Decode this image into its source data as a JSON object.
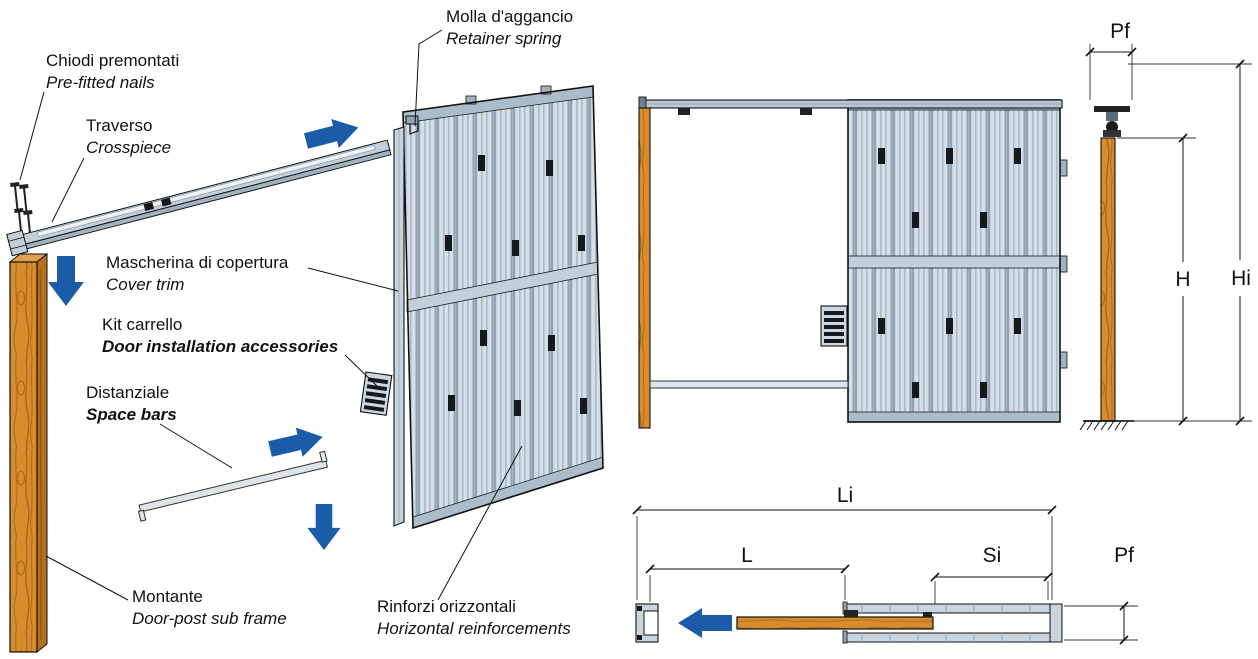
{
  "labels": {
    "chiodi": {
      "it": "Chiodi premontati",
      "en": "Pre-fitted nails"
    },
    "traverso": {
      "it": "Traverso",
      "en": "Crosspiece"
    },
    "molla": {
      "it": "Molla d'aggancio",
      "en": "Retainer spring"
    },
    "mascherina": {
      "it": "Mascherina di copertura",
      "en": "Cover trim"
    },
    "kit": {
      "it": "Kit carrello",
      "en": "Door installation accessories"
    },
    "distanziale": {
      "it": "Distanziale",
      "en": "Space bars"
    },
    "montante": {
      "it": "Montante",
      "en": "Door-post sub frame"
    },
    "rinforzi": {
      "it": "Rinforzi orizzontali",
      "en": "Horizontal reinforcements"
    }
  },
  "dimensions": {
    "pf_top": "Pf",
    "h": "H",
    "hi": "Hi",
    "li": "Li",
    "l": "L",
    "si": "Si",
    "pf_plan": "Pf"
  },
  "colors": {
    "wood": "#D88C2E",
    "wood_grain": "#A9661A",
    "metal_light": "#D4DFE8",
    "metal_mid": "#ABBDCA",
    "metal_dark": "#8FA3B2",
    "arrow_blue": "#1A5CA8",
    "line": "#111111",
    "background": "#FFFFFF"
  }
}
